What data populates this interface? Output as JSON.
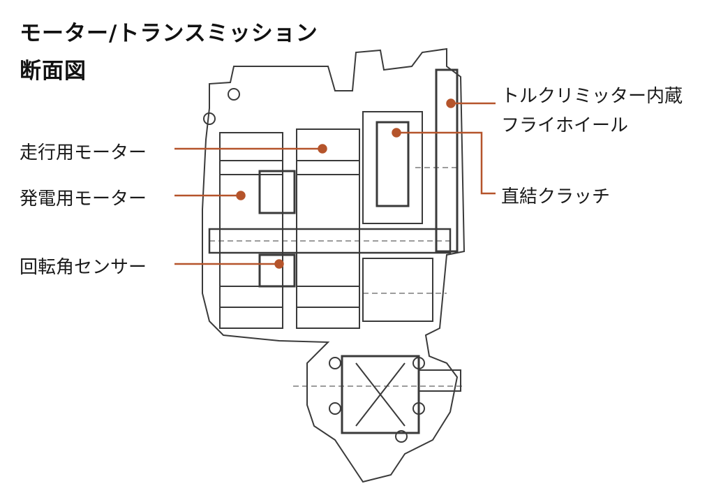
{
  "title": {
    "line1": "モーター/トランスミッション",
    "line2": "断面図"
  },
  "labels": {
    "drive_motor": "走行用モーター",
    "generator_motor": "発電用モーター",
    "angle_sensor": "回転角センサー",
    "flywheel_line1": "トルクリミッター内蔵",
    "flywheel_line2": "フライホイール",
    "direct_clutch": "直結クラッチ"
  },
  "colors": {
    "leader": "#b5542b",
    "drawing": "#3a3a3a",
    "text": "#1a1a1a"
  }
}
